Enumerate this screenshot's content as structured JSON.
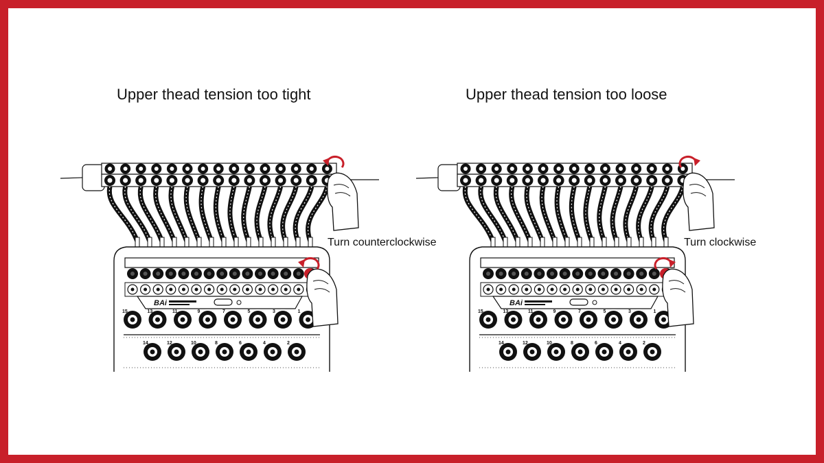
{
  "colors": {
    "frame": "#c8202a",
    "arrow": "#c8202a",
    "line": "#111111"
  },
  "panels": [
    {
      "title": "Upper thead tension too tight",
      "instruction": "Turn counterclockwise",
      "rotation": "counterclockwise",
      "brand": "BAi",
      "row1_numbers": [
        "15",
        "13",
        "11",
        "9",
        "7",
        "5",
        "3",
        "1"
      ],
      "row2_numbers": [
        "14",
        "12",
        "10",
        "8",
        "6",
        "4",
        "2"
      ]
    },
    {
      "title": "Upper thead tension too loose",
      "instruction": "Turn clockwise",
      "rotation": "clockwise",
      "brand": "BAi",
      "row1_numbers": [
        "15",
        "13",
        "11",
        "9",
        "7",
        "5",
        "3",
        "1"
      ],
      "row2_numbers": [
        "14",
        "12",
        "10",
        "8",
        "6",
        "4",
        "2"
      ]
    }
  ],
  "icons": [
    "arrow-counterclockwise-icon",
    "arrow-clockwise-icon",
    "hand-icon"
  ]
}
